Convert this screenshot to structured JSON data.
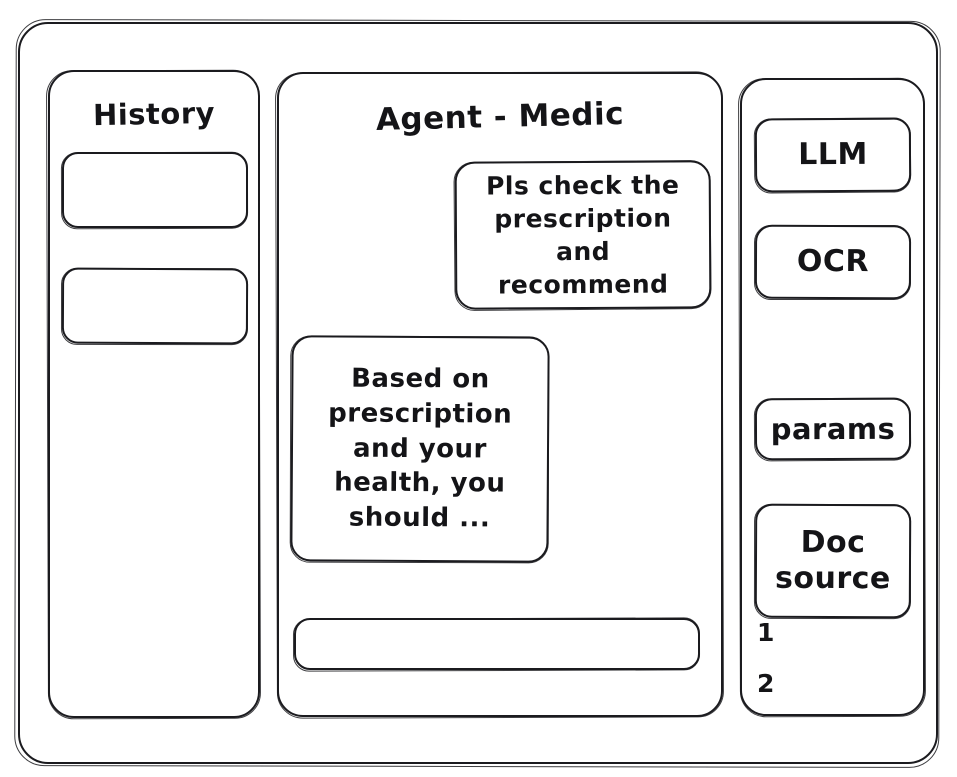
{
  "app": {
    "frame_label": "agent-app-window",
    "stroke_color": "#1b1b1f",
    "background_color": "#ffffff"
  },
  "history": {
    "title": "History",
    "items": [
      {
        "label": ""
      },
      {
        "label": ""
      }
    ]
  },
  "agent": {
    "title": "Agent - Medic",
    "messages": [
      {
        "role": "user",
        "text": "Pls check the prescription and recommend"
      },
      {
        "role": "assistant",
        "text": "Based on prescription and your health, you should ..."
      }
    ],
    "composer": {
      "value": "",
      "placeholder": ""
    }
  },
  "tools": {
    "buttons": [
      {
        "label": "LLM"
      },
      {
        "label": "OCR"
      },
      {
        "label": "params"
      },
      {
        "label": "Doc\nsource"
      }
    ],
    "doc_sources": [
      {
        "index": "1"
      },
      {
        "index": "2"
      }
    ]
  }
}
